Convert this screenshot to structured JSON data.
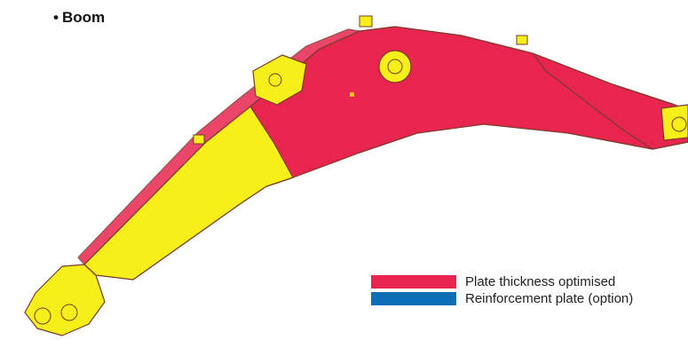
{
  "heading": {
    "bullet": "•",
    "title": "Boom"
  },
  "colors": {
    "plate_optimised": "#e8254f",
    "reinforcement": "#0f6fb6",
    "standard_part": "#f7ef1a",
    "outline": "#7a3b2a"
  },
  "legend": [
    {
      "label": "Plate thickness optimised",
      "color": "#e8254f"
    },
    {
      "label": "Reinforcement plate (option)",
      "color": "#0f6fb6"
    }
  ]
}
